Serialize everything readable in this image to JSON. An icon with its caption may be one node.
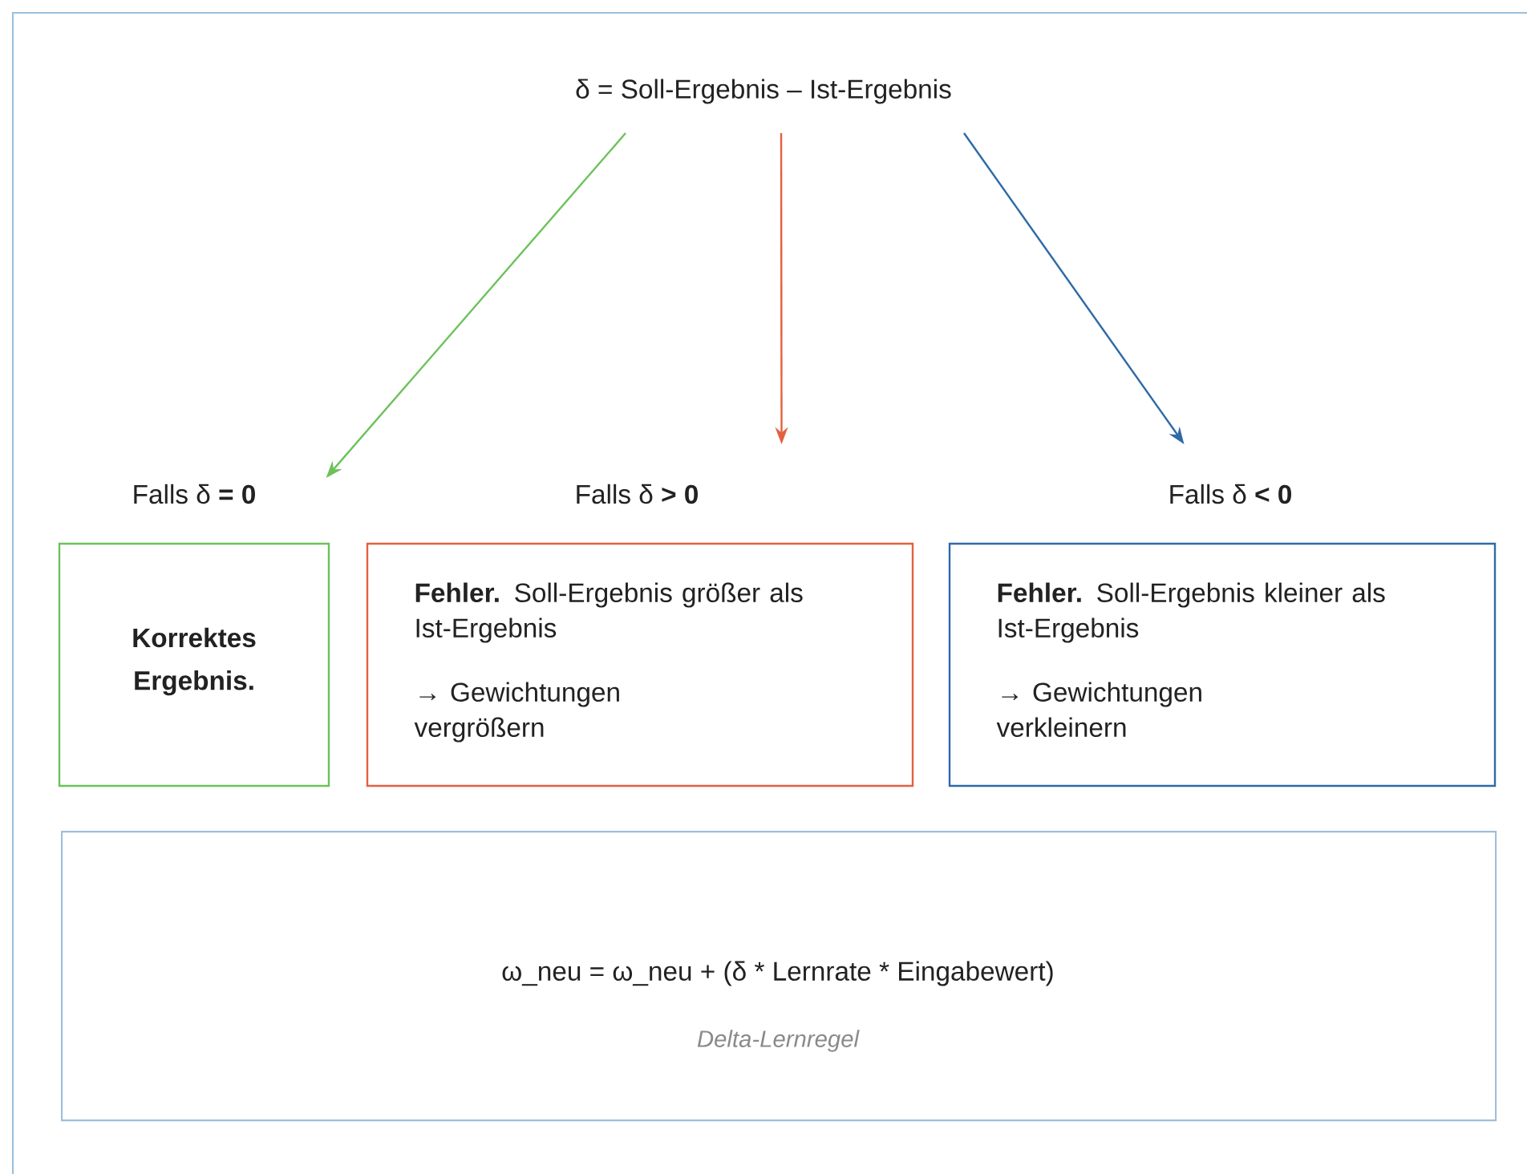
{
  "diagram": {
    "nodes": [
      {
        "text": [
          "δ = Soll-Ergebnis – Ist-Ergebnis"
        ]
      },
      {
        "text": [
          "Falls δ **= 0**",
          "Korrektes Ergebnis."
        ]
      },
      {
        "text": [
          "Falls δ **> 0**",
          "**Fehler.** Soll-Ergebnis größer als Ist-Ergebnis",
          "→ Gewichtungen vergrößern"
        ]
      },
      {
        "text": [
          "Falls δ **< 0**",
          "**Fehler.** Soll-Ergebnis kleiner als Ist-Ergebnis",
          "→ Gewichtungen verkleinern"
        ]
      },
      {
        "text": [
          "ω_neu = ω_neu + (δ * Lernrate * Eingabewert)",
          "Delta-Lernregel"
        ]
      }
    ],
    "edges": [
      {
        "from": 0,
        "to": 1,
        "arrow": "to",
        "color": "#6cc25a"
      },
      {
        "from": 0,
        "to": 2,
        "arrow": "to",
        "color": "#e4603f"
      },
      {
        "from": 0,
        "to": 3,
        "arrow": "to",
        "color": "#2e6aa6"
      }
    ]
  }
}
